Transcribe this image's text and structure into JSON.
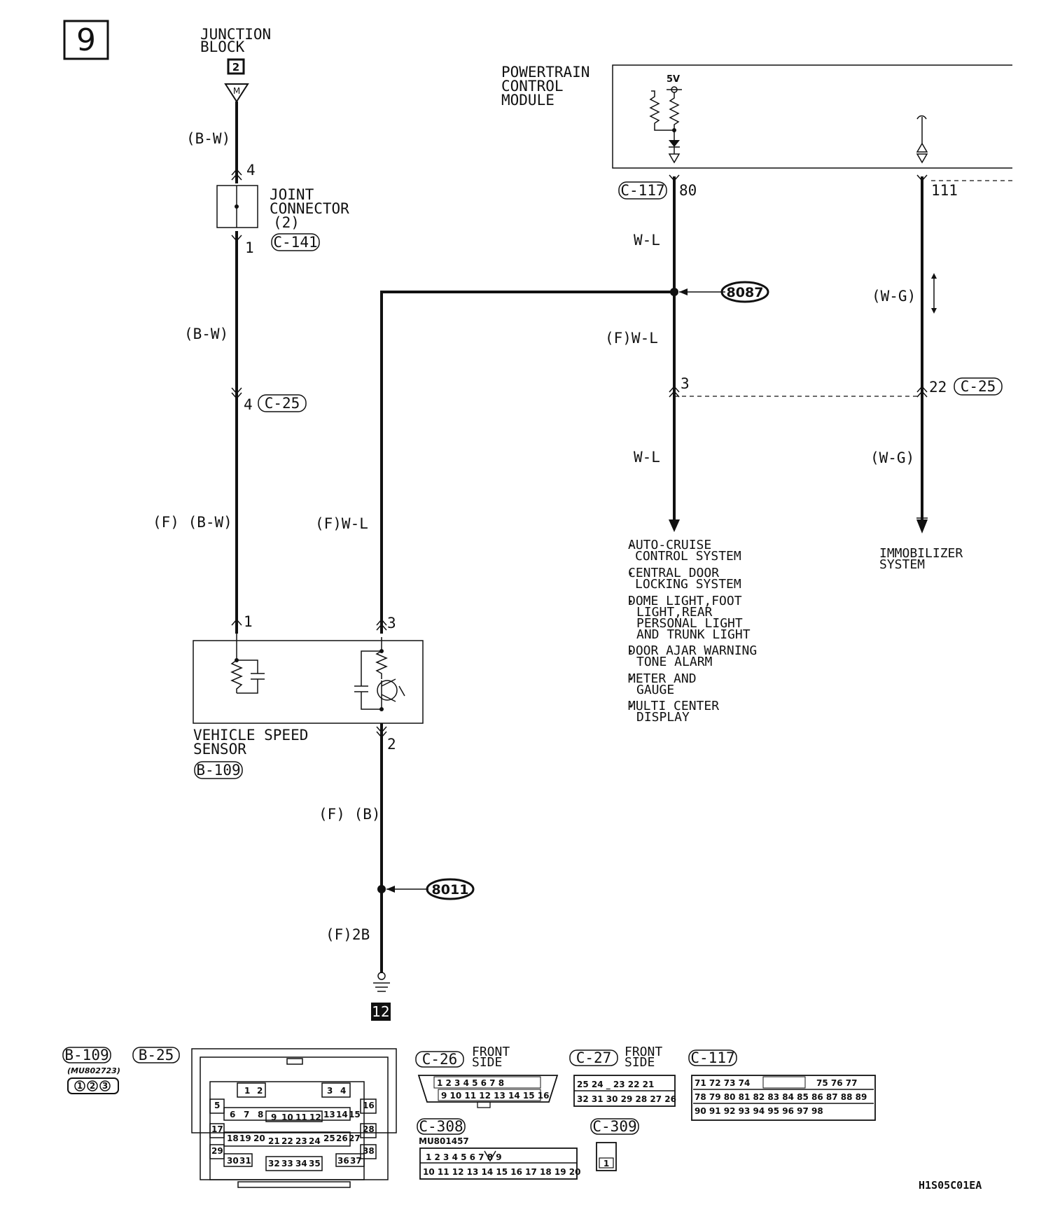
{
  "page": {
    "number": "9",
    "code": "H1S05C01EA"
  },
  "junction_block": {
    "line1": "JUNCTION",
    "line2": "BLOCK",
    "number": "2",
    "pin": "M"
  },
  "joint_connector": {
    "line1": "JOINT",
    "line2": "CONNECTOR",
    "line3": "(2)",
    "connector": "C-141",
    "pin_top": "4",
    "pin_bottom": "1"
  },
  "pcm": {
    "line1": "POWERTRAIN",
    "line2": "CONTROL",
    "line3": "MODULE",
    "voltage": "5V",
    "connector": "C-117",
    "pin_a": "80",
    "pin_b": "111"
  },
  "wires": {
    "bw_1": "(B-W)",
    "bw_2": "(B-W)",
    "f_bw": "(F) (B-W)",
    "f_wl_left": "(F)W-L",
    "wl_top": "W-L",
    "f_wl_mid": "(F)W-L",
    "wl_bottom": "W-L",
    "wg_top": "(W-G)",
    "wg_bottom": "(W-G)",
    "f_b": "(F) (B)",
    "f_2b": "(F)2B"
  },
  "c25": {
    "connector_left": "C-25",
    "pin_left": "4",
    "pin_mid": "3",
    "pin_right": "22",
    "connector_right": "C-25"
  },
  "splices": {
    "upper": "8087",
    "lower": "8011"
  },
  "vehicle_speed_sensor": {
    "line1": "VEHICLE SPEED",
    "line2": "SENSOR",
    "connector": "B-109",
    "pin_1": "1",
    "pin_3": "3",
    "pin_2": "2"
  },
  "ground": {
    "number": "12"
  },
  "destinations": {
    "systems": [
      {
        "l1": "AUTO-CRUISE",
        "l2": "CONTROL SYSTEM",
        "l3": "",
        "l4": ""
      },
      {
        "l1": "CENTRAL DOOR",
        "l2": "LOCKING SYSTEM",
        "l3": "",
        "l4": ""
      },
      {
        "l1": "DOME LIGHT,FOOT",
        "l2": "LIGHT,REAR",
        "l3": "PERSONAL LIGHT",
        "l4": "AND TRUNK LIGHT"
      },
      {
        "l1": "DOOR AJAR WARNING",
        "l2": "TONE ALARM",
        "l3": "",
        "l4": ""
      },
      {
        "l1": "METER AND",
        "l2": "GAUGE",
        "l3": "",
        "l4": ""
      },
      {
        "l1": "MULTI CENTER",
        "l2": "DISPLAY",
        "l3": "",
        "l4": ""
      }
    ],
    "immobilizer_l1": "IMMOBILIZER",
    "immobilizer_l2": "SYSTEM"
  },
  "connector_views": {
    "b109": {
      "label": "B-109",
      "part": "(MU802723)",
      "pins": [
        "1",
        "2",
        "3"
      ]
    },
    "b25": {
      "label": "B-25"
    },
    "c26": {
      "label": "C-26",
      "side1": "FRONT",
      "side2": "SIDE"
    },
    "c27": {
      "label": "C-27",
      "side1": "FRONT",
      "side2": "SIDE"
    },
    "c117": {
      "label": "C-117"
    },
    "c308": {
      "label": "C-308",
      "part": "MU801457"
    },
    "c309": {
      "label": "C-309",
      "pin": "1"
    }
  }
}
